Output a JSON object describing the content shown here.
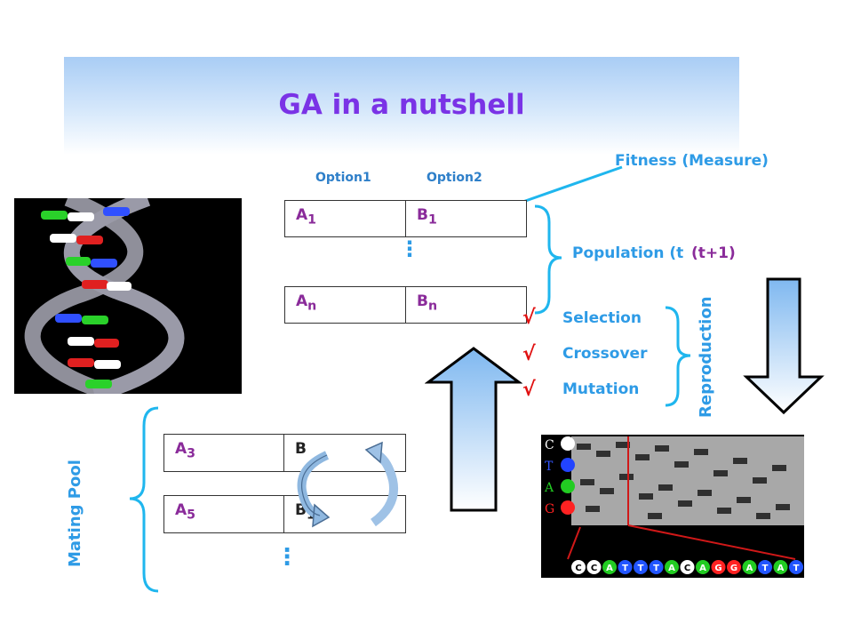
{
  "title": "GA in a nutshell",
  "fitness_label": "Fitness (Measure)",
  "options": [
    "Option1",
    "Option2"
  ],
  "top_table": {
    "row1": {
      "a": "A",
      "a_sub": "1",
      "b": "B",
      "b_sub": "1"
    },
    "row2": {
      "a": "A",
      "a_sub": "n",
      "b": "B",
      "b_sub": "n"
    }
  },
  "population": {
    "label": "Population (t",
    "suffix": "(t+1)"
  },
  "operators": [
    "Selection",
    "Crossover",
    "Mutation"
  ],
  "check_mark": "√",
  "reproduction_label": "Reproduction",
  "mating_pool_label": "Mating Pool",
  "mating_table": {
    "row1": {
      "a": "A",
      "a_sub": "3",
      "b": "B"
    },
    "row2": {
      "a": "A",
      "a_sub": "5",
      "b": "B",
      "b_sub": "1"
    }
  },
  "ellipsis": "⋮",
  "dna_gel": {
    "legend": [
      "C",
      "T",
      "A",
      "G"
    ],
    "legend_colors": [
      "#ffffff",
      "#2255ff",
      "#22cc22",
      "#ff2222"
    ],
    "sequence": [
      "C",
      "C",
      "A",
      "T",
      "T",
      "T",
      "A",
      "C",
      "A",
      "G",
      "G",
      "A",
      "T",
      "A",
      "T"
    ]
  },
  "colors": {
    "title": "#7a33e6",
    "label_blue": "#2e9be6",
    "check_red": "#e01010"
  }
}
